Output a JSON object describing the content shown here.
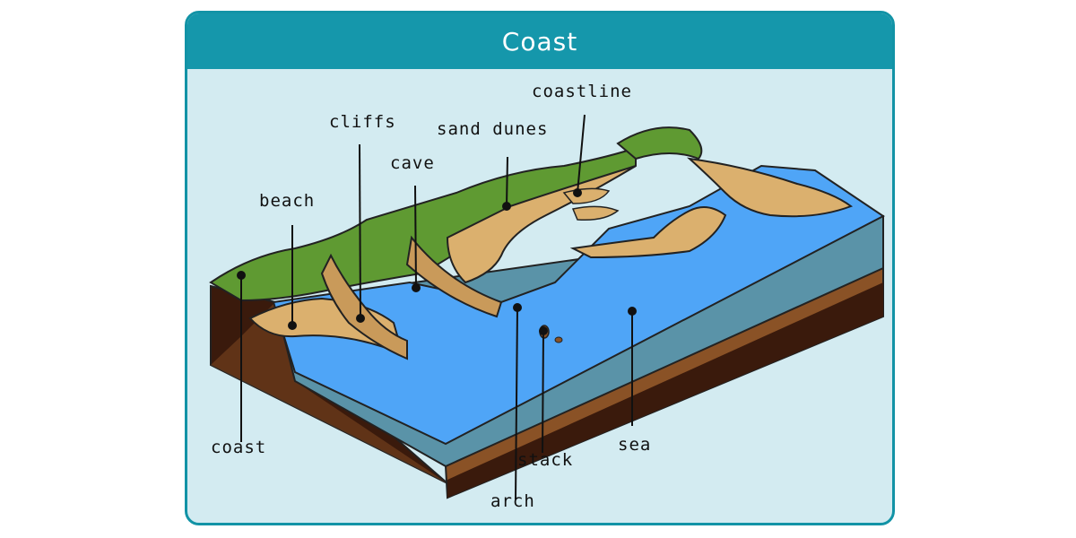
{
  "title": "Coast",
  "colors": {
    "header": "#1597ab",
    "background": "#d3ebf1",
    "sea": "#4fa5f7",
    "sand": "#dbb06e",
    "grass": "#5f9a32",
    "earth_dark": "#3a1a0c",
    "earth_mid": "#8a5226"
  },
  "labels": {
    "coastline": "coastline",
    "sand_dunes": "sand dunes",
    "cliffs": "cliffs",
    "cave": "cave",
    "beach": "beach",
    "coast": "coast",
    "arch": "arch",
    "stack": "stack",
    "sea": "sea"
  }
}
